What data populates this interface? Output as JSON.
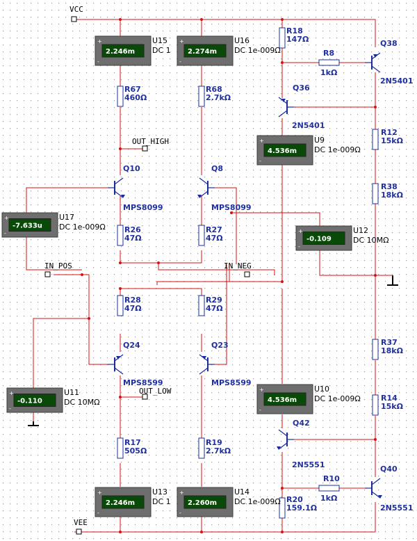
{
  "colors": {
    "wire": "#d81010",
    "component": "#1a2ca0",
    "label": "#2030a0",
    "meter_body": "#6e6e6e",
    "meter_screen": "#0a4a08",
    "meter_text": "#ffffff",
    "grid_dot": "#9a9a9a"
  },
  "nets": {
    "vcc": "VCC",
    "vee": "VEE",
    "out_high": "OUT_HIGH",
    "out_low": "OUT_LOW",
    "in_pos": "IN_POS",
    "in_neg": "IN_NEG"
  },
  "meters": [
    {
      "ref": "U15",
      "value": "2.246m",
      "mode": "DC  1"
    },
    {
      "ref": "U16",
      "value": "2.274m",
      "mode": "DC  1e-009Ω"
    },
    {
      "ref": "U9",
      "value": "4.536m",
      "mode": "DC  1e-009Ω"
    },
    {
      "ref": "U17",
      "value": "-7.633u",
      "mode": "DC  1e-009Ω"
    },
    {
      "ref": "U12",
      "value": "-0.109",
      "mode": "DC  10MΩ"
    },
    {
      "ref": "U11",
      "value": "-0.110",
      "mode": "DC  10MΩ"
    },
    {
      "ref": "U10",
      "value": "4.536m",
      "mode": "DC  1e-009Ω"
    },
    {
      "ref": "U13",
      "value": "2.246m",
      "mode": "DC  1"
    },
    {
      "ref": "U14",
      "value": "2.260m",
      "mode": "DC  1e-009Ω"
    }
  ],
  "resistors": [
    {
      "ref": "R67",
      "value": "460Ω"
    },
    {
      "ref": "R68",
      "value": "2.7kΩ"
    },
    {
      "ref": "R18",
      "value": "147Ω"
    },
    {
      "ref": "R8",
      "value": "1kΩ"
    },
    {
      "ref": "R12",
      "value": "15kΩ"
    },
    {
      "ref": "R38",
      "value": "18kΩ"
    },
    {
      "ref": "R26",
      "value": "47Ω"
    },
    {
      "ref": "R27",
      "value": "47Ω"
    },
    {
      "ref": "R28",
      "value": "47Ω"
    },
    {
      "ref": "R29",
      "value": "47Ω"
    },
    {
      "ref": "R37",
      "value": "18kΩ"
    },
    {
      "ref": "R14",
      "value": "15kΩ"
    },
    {
      "ref": "R17",
      "value": "505Ω"
    },
    {
      "ref": "R19",
      "value": "2.7kΩ"
    },
    {
      "ref": "R10",
      "value": "1kΩ"
    },
    {
      "ref": "R20",
      "value": "159.1Ω"
    }
  ],
  "transistors": [
    {
      "ref": "Q38",
      "part": "2N5401"
    },
    {
      "ref": "Q36",
      "part": "2N5401"
    },
    {
      "ref": "Q10",
      "part": "MPS8099"
    },
    {
      "ref": "Q8",
      "part": "MPS8099"
    },
    {
      "ref": "Q24",
      "part": "MPS8599"
    },
    {
      "ref": "Q23",
      "part": "MPS8599"
    },
    {
      "ref": "Q42",
      "part": "2N5551"
    },
    {
      "ref": "Q40",
      "part": "2N5551"
    }
  ]
}
